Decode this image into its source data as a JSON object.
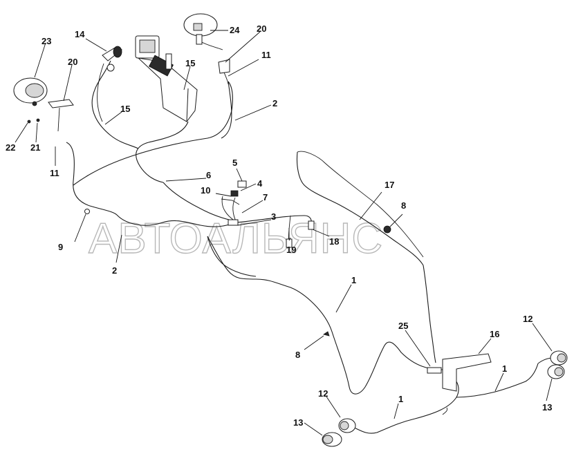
{
  "watermark": "АВТОАЛЬЯНС",
  "callouts": {
    "c23": "23",
    "c14": "14",
    "c24": "24",
    "c20a": "20",
    "c20b": "20",
    "c15a": "15",
    "c15b": "15",
    "c11a": "11",
    "c11b": "11",
    "c2a": "2",
    "c2b": "2",
    "c22": "22",
    "c21": "21",
    "c5": "5",
    "c6": "6",
    "c4": "4",
    "c10": "10",
    "c7": "7",
    "c3": "3",
    "c17": "17",
    "c8a": "8",
    "c8b": "8",
    "c9": "9",
    "c19": "19",
    "c18": "18",
    "c1a": "1",
    "c1b": "1",
    "c1c": "1",
    "c12a": "12",
    "c12b": "12",
    "c13a": "13",
    "c13b": "13",
    "c25": "25",
    "c16": "16"
  }
}
